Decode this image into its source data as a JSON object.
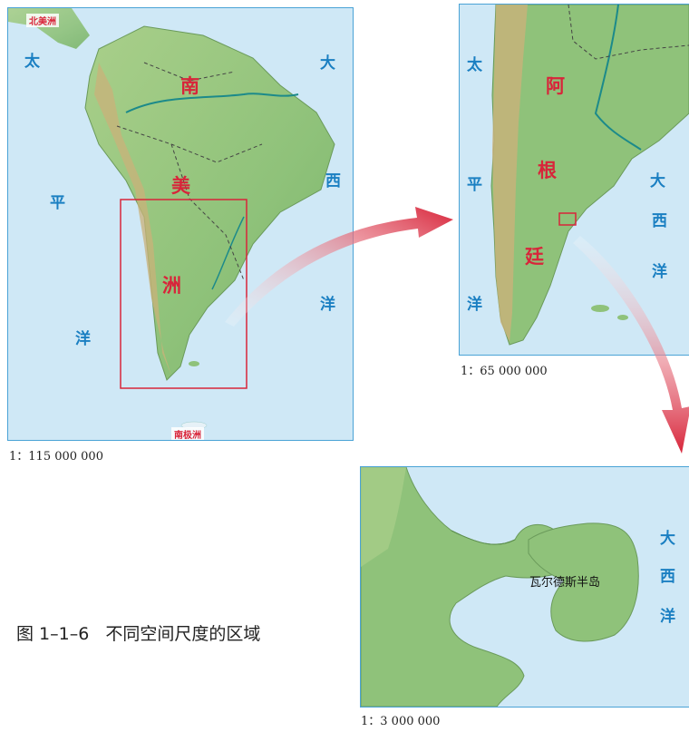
{
  "map1": {
    "scale": "1：115 000 000",
    "region_lines": [
      "南",
      "美",
      "洲"
    ],
    "pacific_chars": [
      "太",
      "平",
      "洋"
    ],
    "atlantic_chars": [
      "大",
      "西",
      "洋"
    ],
    "north_tag": "北美洲",
    "south_tag": "南极洲"
  },
  "map2": {
    "scale": "1：65 000 000",
    "region_chars": [
      "阿",
      "根",
      "廷"
    ],
    "pacific_chars": [
      "太",
      "平",
      "洋"
    ],
    "atlantic_chars": [
      "大",
      "西",
      "洋"
    ]
  },
  "map3": {
    "scale": "1：3 000 000",
    "peninsula": "瓦尔德斯半岛",
    "atlantic_chars": [
      "大",
      "西",
      "洋"
    ]
  },
  "caption": "图 1–1–6   不同空间尺度的区域",
  "colors": {
    "ocean": "#cfe8f6",
    "land": "#8fc27a",
    "highland": "#c9b27a",
    "frame": "#4aa3d6",
    "highlight_box": "#d8253a",
    "label_red": "#d8253a",
    "ocean_label": "#1a7fc2"
  }
}
